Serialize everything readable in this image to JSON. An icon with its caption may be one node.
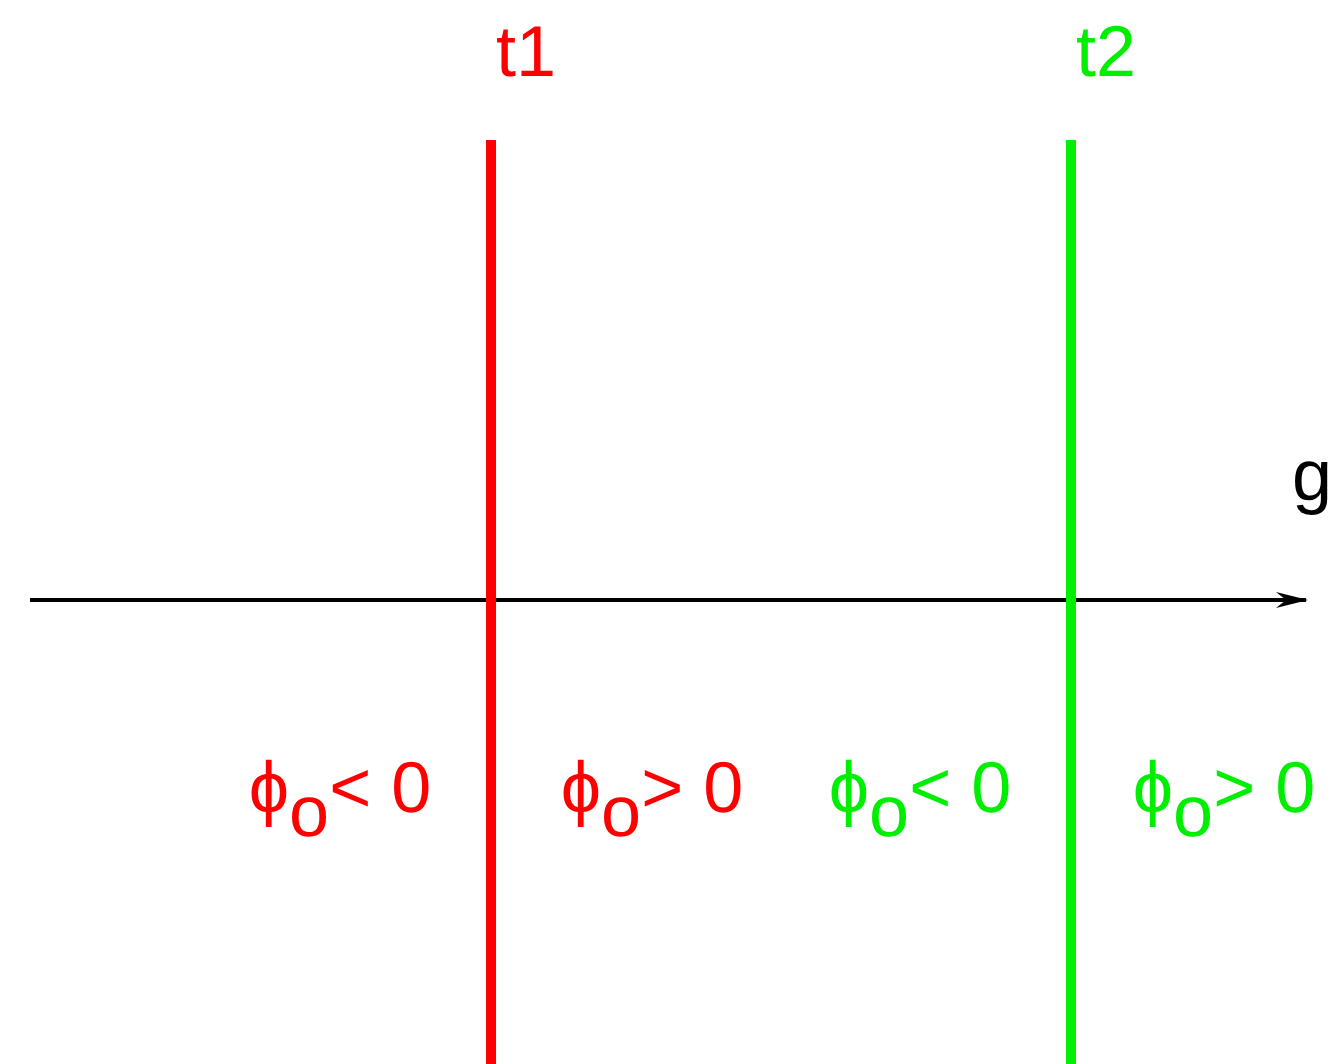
{
  "diagram": {
    "labels": [
      "t1",
      "t2",
      "g",
      "ϕ$_{o}$< 0",
      "ϕ$_{o}$> 0",
      "ϕ$_{o}$< 0",
      "ϕ$_{o}$> 0"
    ]
  }
}
